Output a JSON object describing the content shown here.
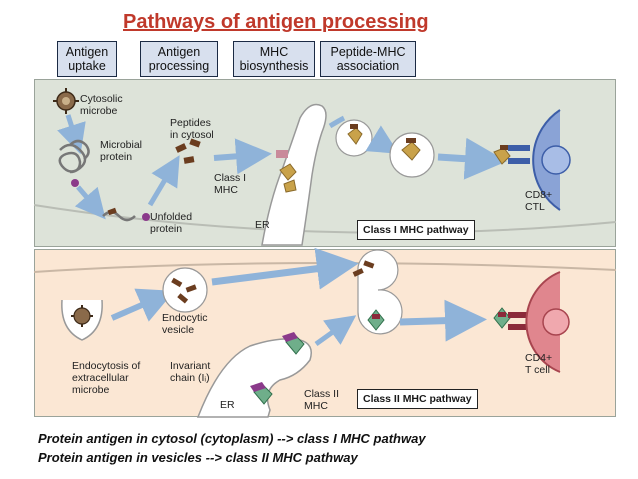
{
  "title": "Pathways of antigen processing",
  "stages": [
    "Antigen\nuptake",
    "Antigen\nprocessing",
    "MHC\nbiosynthesis",
    "Peptide-MHC\nassociation"
  ],
  "class1": {
    "labels": {
      "cytosolic_microbe": "Cytosolic\nmicrobe",
      "microbial_protein": "Microbial\nprotein",
      "unfolded_protein": "Unfolded\nprotein",
      "peptides_in_cytosol": "Peptides\nin cytosol",
      "class1_mhc": "Class I\nMHC",
      "er": "ER",
      "cd8_ctl": "CD8+\nCTL"
    },
    "pathway_label": "Class I MHC pathway"
  },
  "class2": {
    "labels": {
      "endocytic_vesicle": "Endocytic\nvesicle",
      "endocytosis": "Endocytosis of\nextracellular\nmicrobe",
      "invariant_chain": "Invariant\nchain (Iᵢ)",
      "class2_mhc": "Class II\nMHC",
      "er": "ER",
      "cd4_tcell": "CD4+\nT cell"
    },
    "pathway_label": "Class II MHC pathway"
  },
  "notes": [
    "Protein antigen in cytosol (cytoplasm) --> class I MHC pathway",
    "Protein antigen in vesicles --> class II MHC pathway"
  ],
  "colors": {
    "title": "#c0392b",
    "panel1": "#dde3d9",
    "panel2": "#fbe7d4",
    "arrow": "#8fb3d9",
    "peptide": "#6b3d1f",
    "mhc1": "#c9a24a",
    "mhc2": "#6fae8a",
    "ctl": "#8aa3d6",
    "tcell": "#e0868e"
  }
}
